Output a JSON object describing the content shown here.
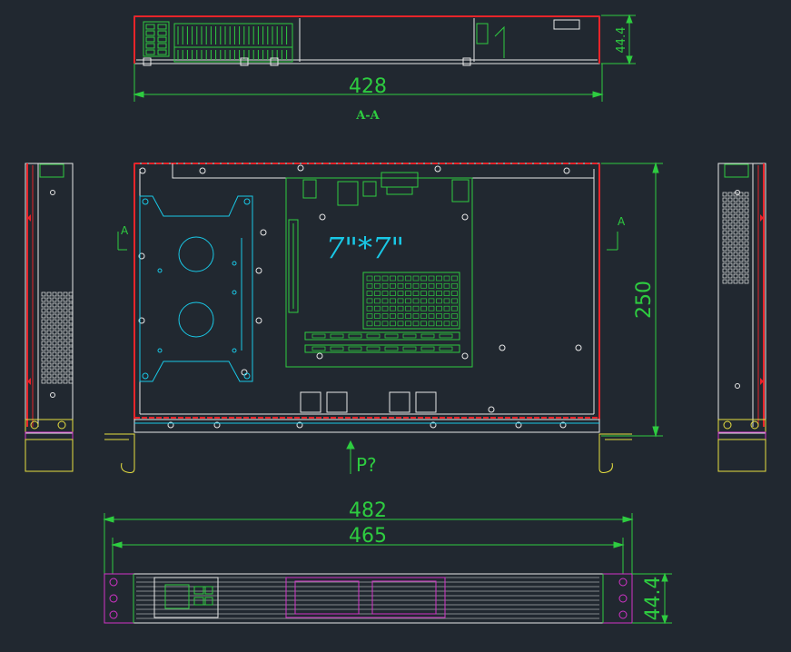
{
  "drawing": {
    "top_view": {
      "dim_width": "428",
      "dim_height": "44.4",
      "section_label": "A-A"
    },
    "plan_view": {
      "dim_depth": "250",
      "board_label": "7\"*7\"",
      "section_marker_left": "A",
      "section_marker_right": "A",
      "arrow_note": "P?"
    },
    "front_view": {
      "dim_overall": "482",
      "dim_inner": "465",
      "dim_height": "44.4"
    },
    "colors": {
      "background": "#212830",
      "outline": "#e8e8e8",
      "dimension": "#2ecc40",
      "chassis_edge": "#e8242a",
      "detail": "#19c8e6",
      "magenta": "#d233c8",
      "yellow": "#e8e040"
    }
  }
}
